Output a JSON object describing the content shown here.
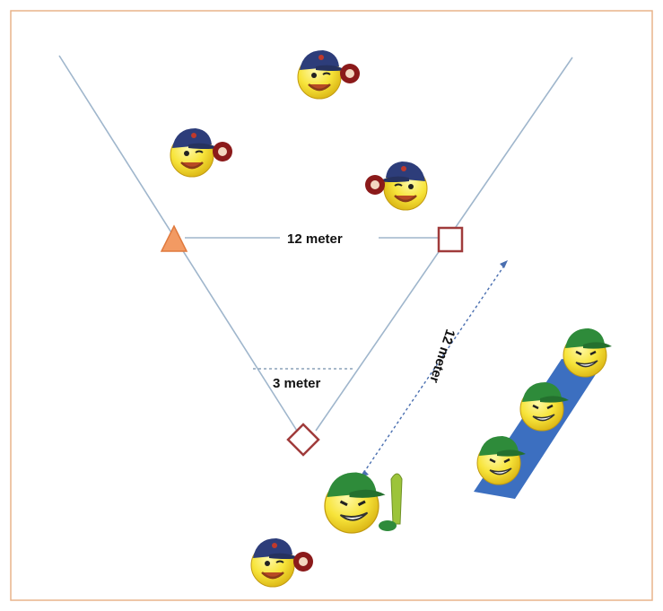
{
  "diagram": {
    "labels": {
      "distance_between_bases": "12 meter",
      "distance_to_batter_box": "12 meter",
      "home_zone_width": "3 meter"
    },
    "colors": {
      "frame_border": "#e8b38a",
      "field_line": "#9fb6cc",
      "dotted_guide": "#8aa0b8",
      "first_base_marker": "#f29a63",
      "base_outline": "#a03b3b",
      "fielder_cap": "#2d3d7a",
      "fielder_glove": "#8b1a1a",
      "batter_cap": "#2e8b3a",
      "face_yellow": "#f7e43a",
      "waiting_bench": "#3c6fc0",
      "bat": "#9cc43a"
    },
    "icons": {
      "first_base": "triangle-marker-icon",
      "second_base": "square-marker-icon",
      "home_base": "diamond-marker-icon",
      "fielder": "fielder-smiley-icon",
      "batter": "batter-smiley-icon",
      "waiting_player": "waiting-player-smiley-icon"
    }
  }
}
